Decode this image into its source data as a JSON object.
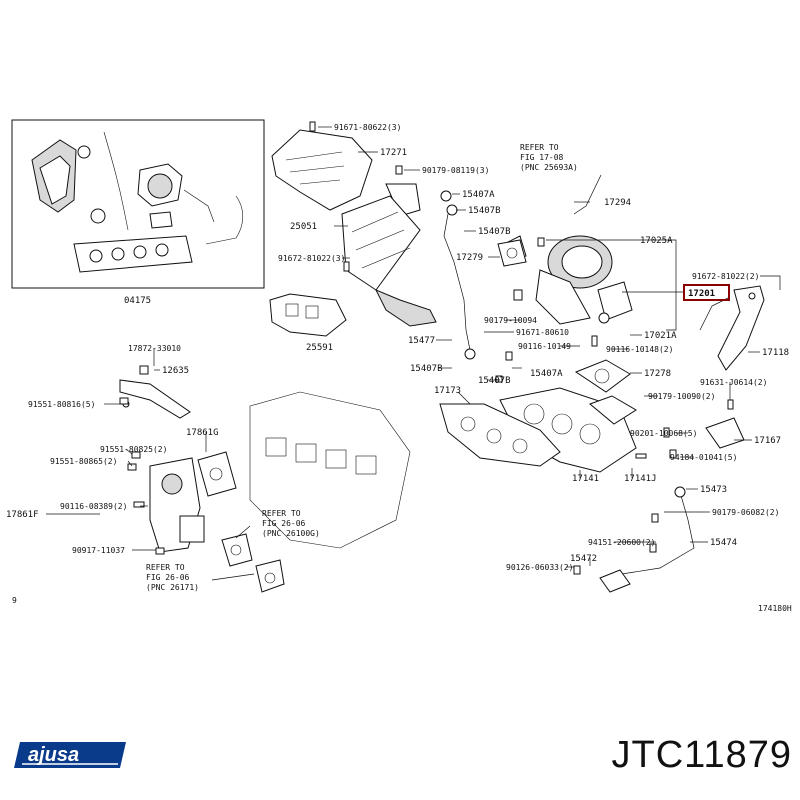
{
  "brand": {
    "logo_text": "ajusa",
    "logo_color": "#0a3a8a"
  },
  "part_code": "JTC11879",
  "figure_ref": "174180H",
  "page_mark": "9",
  "highlight_color": "#8b0000",
  "refer_notes": [
    {
      "id": "ref1",
      "lines": [
        "REFER TO",
        "FIG  17-08",
        "(PNC 25693A)"
      ]
    },
    {
      "id": "ref2",
      "lines": [
        "REFER TO",
        "FIG 26-06",
        "(PNC 26100G)"
      ]
    },
    {
      "id": "ref3",
      "lines": [
        "REFER TO",
        "FIG 26-06",
        "(PNC 26171)"
      ]
    }
  ],
  "labels": [
    {
      "id": "l1",
      "text": "91671-80622(3)"
    },
    {
      "id": "l2",
      "text": "17271"
    },
    {
      "id": "l3",
      "text": "90179-08119(3)"
    },
    {
      "id": "l4",
      "text": "15407A"
    },
    {
      "id": "l5",
      "text": "15407B"
    },
    {
      "id": "l6",
      "text": "17294"
    },
    {
      "id": "l7",
      "text": "25051"
    },
    {
      "id": "l8",
      "text": "15407B"
    },
    {
      "id": "l9",
      "text": "17025A"
    },
    {
      "id": "l10",
      "text": "91672-81022(3)"
    },
    {
      "id": "l11",
      "text": "17279"
    },
    {
      "id": "l12",
      "text": "91672-81022(2)"
    },
    {
      "id": "l13",
      "text": "17201"
    },
    {
      "id": "l14",
      "text": "04175"
    },
    {
      "id": "l15",
      "text": "25591"
    },
    {
      "id": "l16",
      "text": "90179-10094"
    },
    {
      "id": "l17",
      "text": "91671-80610"
    },
    {
      "id": "l18",
      "text": "15477"
    },
    {
      "id": "l19",
      "text": "17021A"
    },
    {
      "id": "l20",
      "text": "17118"
    },
    {
      "id": "l21",
      "text": "90116-10149"
    },
    {
      "id": "l22",
      "text": "90116-10148(2)"
    },
    {
      "id": "l23",
      "text": "17872-33010"
    },
    {
      "id": "l24",
      "text": "12635"
    },
    {
      "id": "l25",
      "text": "15407B"
    },
    {
      "id": "l26",
      "text": "15407A"
    },
    {
      "id": "l27",
      "text": "15407B"
    },
    {
      "id": "l28",
      "text": "17278"
    },
    {
      "id": "l29",
      "text": "91631-J0614(2)"
    },
    {
      "id": "l30",
      "text": "91551-80816(5)"
    },
    {
      "id": "l31",
      "text": "17173"
    },
    {
      "id": "l32",
      "text": "90179-10090(2)"
    },
    {
      "id": "l33",
      "text": "17861G"
    },
    {
      "id": "l34",
      "text": "17167"
    },
    {
      "id": "l35",
      "text": "91551-80825(2)"
    },
    {
      "id": "l36",
      "text": "90201-10068(5)"
    },
    {
      "id": "l37",
      "text": "91551-80865(2)"
    },
    {
      "id": "l38",
      "text": "94184-01041(5)"
    },
    {
      "id": "l39",
      "text": "17141"
    },
    {
      "id": "l40",
      "text": "17141J"
    },
    {
      "id": "l41",
      "text": "90116-08389(2)"
    },
    {
      "id": "l42",
      "text": "15473"
    },
    {
      "id": "l43",
      "text": "17861F"
    },
    {
      "id": "l44",
      "text": "90179-06082(2)"
    },
    {
      "id": "l45",
      "text": "90917-11037"
    },
    {
      "id": "l46",
      "text": "15474"
    },
    {
      "id": "l47",
      "text": "94151-20600(2)"
    },
    {
      "id": "l48",
      "text": "15472"
    },
    {
      "id": "l49",
      "text": "90126-06033(2)"
    }
  ]
}
